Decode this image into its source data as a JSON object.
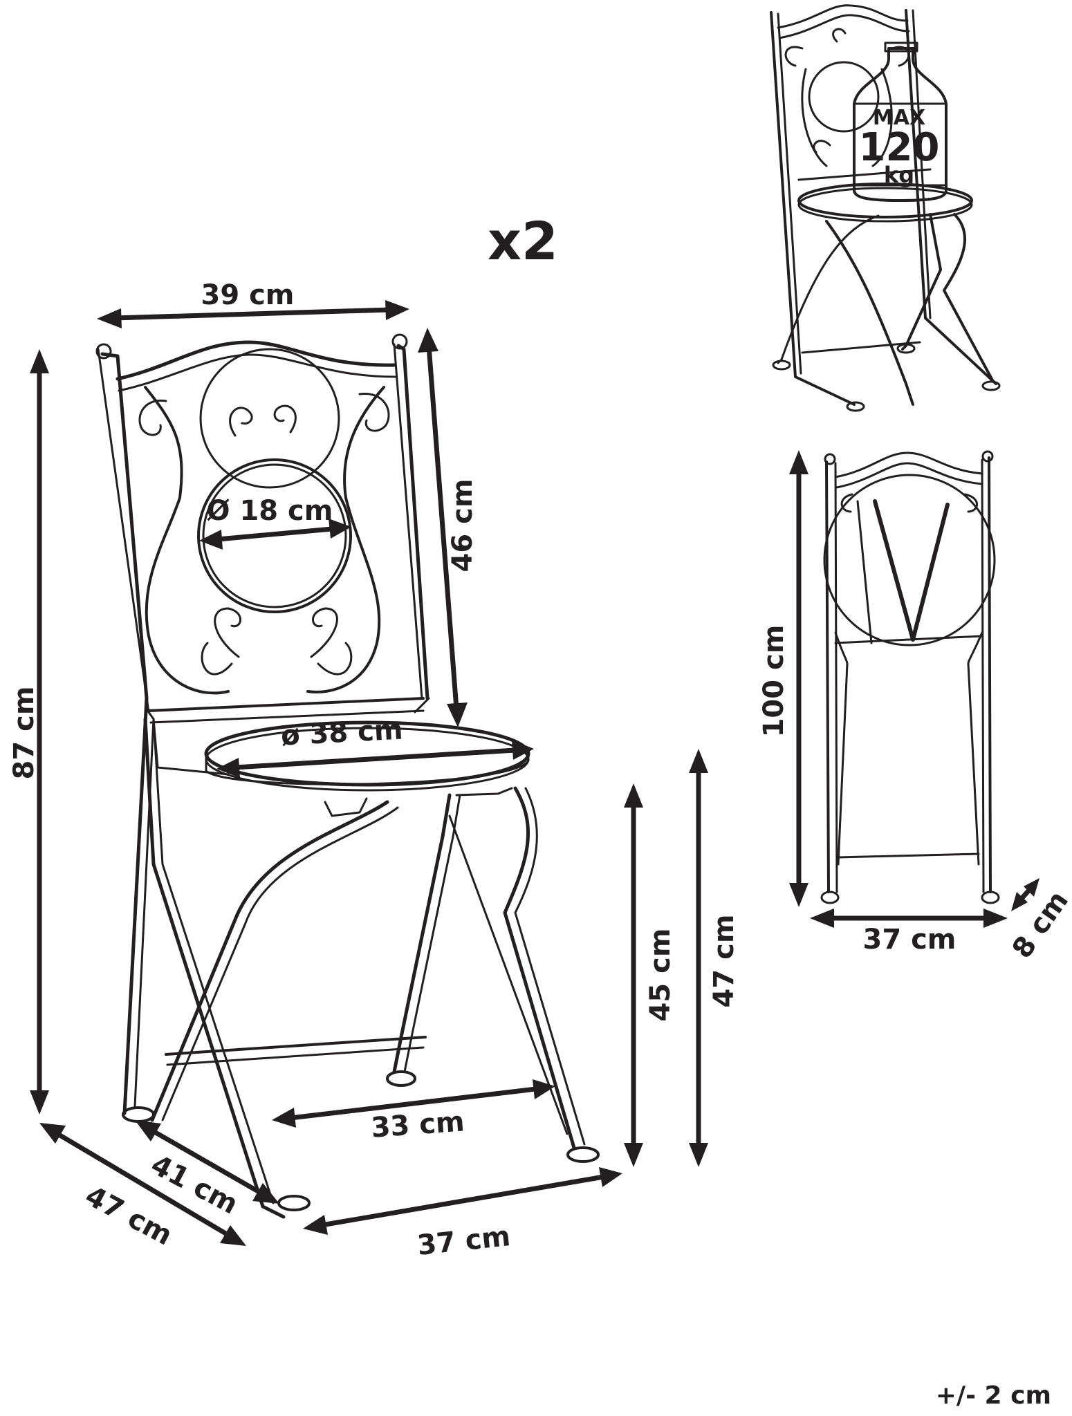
{
  "quantity": "x2",
  "tolerance": "+/- 2 cm",
  "weight_badge": {
    "line1": "MAX",
    "line2": "120",
    "line3": "kg"
  },
  "front_view": {
    "backrest_width": "39 cm",
    "total_height": "87 cm",
    "backrest_height": "46 cm",
    "medallion_diameter": "Ø 18 cm",
    "seat_diameter": "ø 38 cm",
    "seat_height": "45 cm",
    "seat_height_top": "47 cm",
    "leg_spread_inner": "33 cm",
    "depth_inner": "41 cm",
    "depth_total": "47 cm",
    "base_width": "37 cm"
  },
  "folded_view": {
    "height": "100 cm",
    "width": "37 cm",
    "thickness": "8 cm"
  }
}
